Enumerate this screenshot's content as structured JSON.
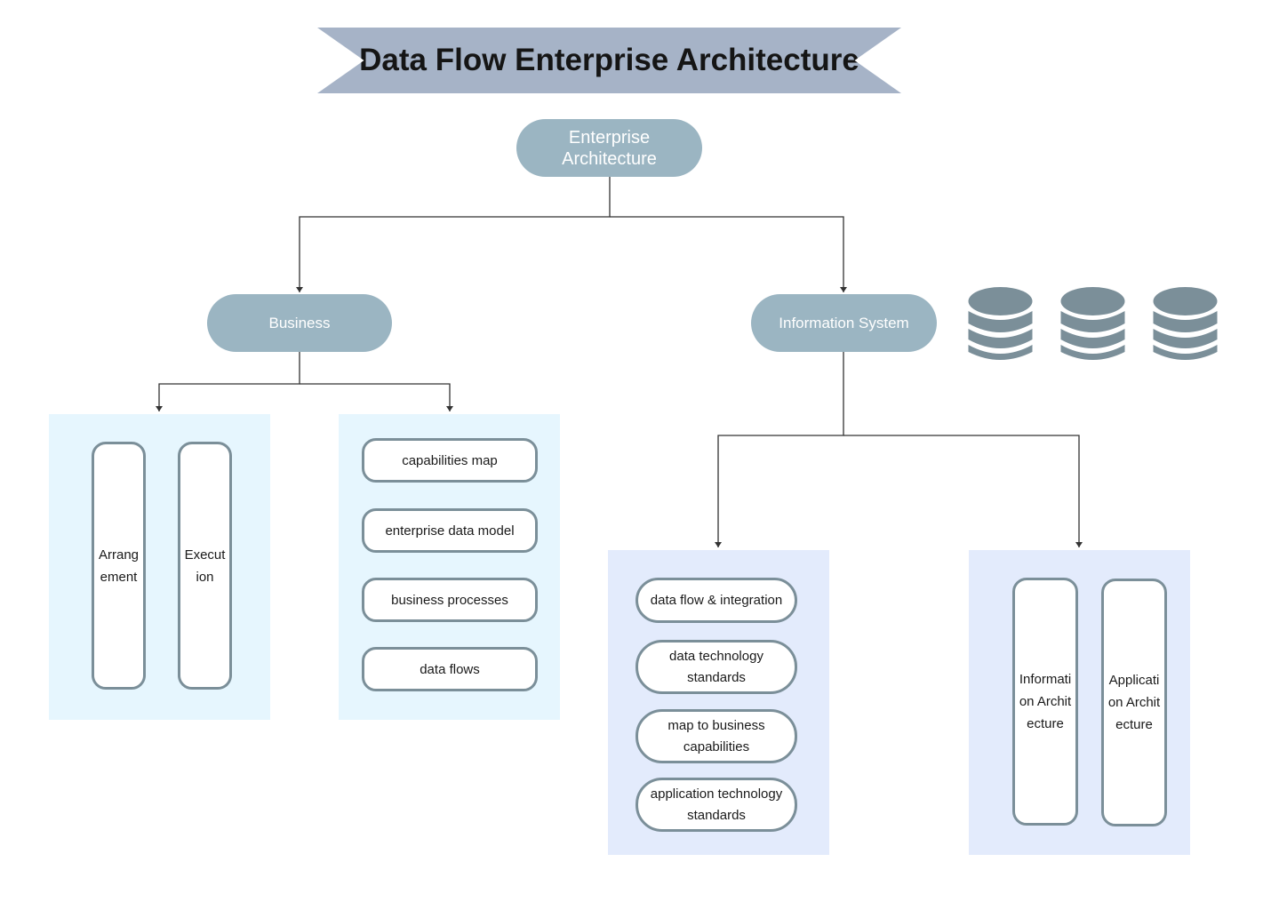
{
  "title": "Data Flow Enterprise Architecture",
  "root": {
    "label": "Enterprise Architecture"
  },
  "business": {
    "label": "Business",
    "left_group": [
      "Arrangement",
      "Execution"
    ],
    "right_group": [
      "capabilities map",
      "enterprise data model",
      "business processes",
      "data flows"
    ]
  },
  "information_system": {
    "label": "Information System",
    "left_group": [
      "data flow & integration",
      "data technology standards",
      "map to business capabilities",
      "application technology standards"
    ],
    "right_group": [
      "Information Architecture",
      "Application Architecture"
    ]
  },
  "icons": [
    "database-icon",
    "database-icon",
    "database-icon"
  ],
  "colors": {
    "banner": "#a6b3c7",
    "node_fill": "#9bb5c2",
    "panel_light_blue": "#e6f6fe",
    "panel_lavender": "#e3ebfc",
    "box_border": "#7b8f99",
    "database": "#7b8f99"
  }
}
